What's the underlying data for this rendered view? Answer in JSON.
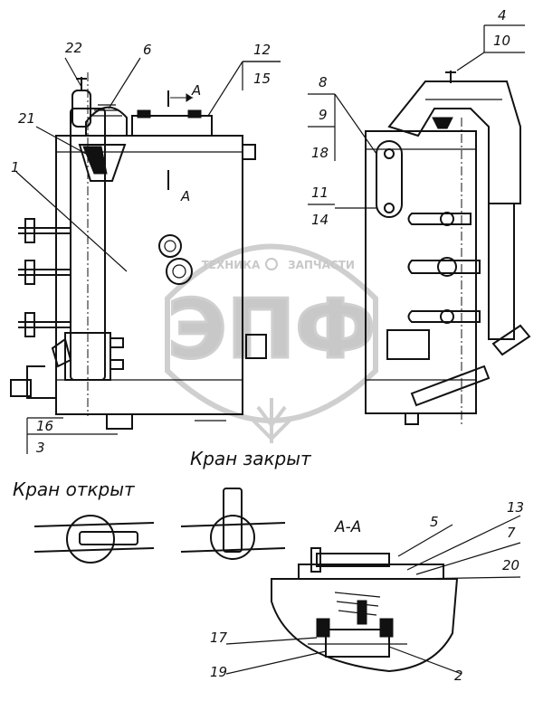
{
  "watermark": {
    "brand": "ЭПФ",
    "subtitle_left": "ТЕХНИКА",
    "subtitle_right": "ЗАПЧАСТИ"
  },
  "captions": {
    "closed": "Кран закрыт",
    "open": "Кран открыт",
    "section": "А-А",
    "section_mark_top": "А",
    "section_mark_bottom": "А"
  },
  "part_numbers": [
    "1",
    "2",
    "3",
    "4",
    "5",
    "6",
    "7",
    "8",
    "9",
    "10",
    "11",
    "12",
    "13",
    "14",
    "15",
    "16",
    "17",
    "18",
    "19",
    "20",
    "21",
    "22"
  ],
  "colors": {
    "ink": "#111111",
    "watermark": "#cfcfcf"
  }
}
